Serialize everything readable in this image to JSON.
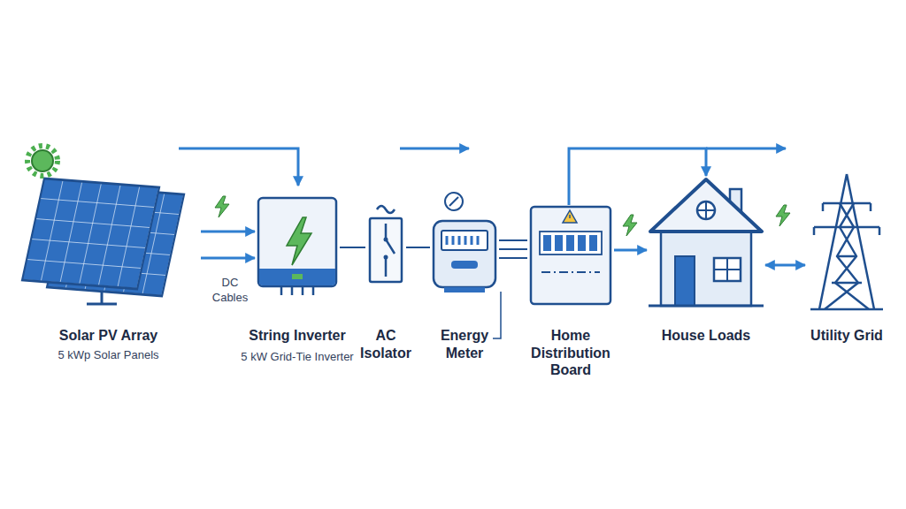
{
  "diagram": {
    "nodes": [
      {
        "text": [
          "Solar PV Array",
          "5 kWp Solar Panels"
        ]
      },
      {
        "text": [
          "String Inverter",
          "5 kW Grid-Tie Inverter"
        ]
      },
      {
        "text": [
          "AC Isolator"
        ]
      },
      {
        "text": [
          "Energy Meter"
        ]
      },
      {
        "text": [
          "Home Distribution Board"
        ]
      },
      {
        "text": [
          "House Loads"
        ]
      },
      {
        "text": [
          "Utility Grid"
        ]
      }
    ],
    "edges": [
      {
        "from": 0,
        "to": 1,
        "arrow": "to"
      },
      {
        "from": 0,
        "to": 1,
        "label": "DC Cables",
        "arrow": "to"
      },
      {
        "from": 1,
        "to": 2,
        "arrow": "none"
      },
      {
        "from": 2,
        "to": 3,
        "arrow": "none"
      },
      {
        "from": 3,
        "to": 4,
        "arrow": "none"
      },
      {
        "from": 4,
        "to": 5,
        "arrow": "to"
      },
      {
        "from": 4,
        "to": 5,
        "arrow": "to"
      },
      {
        "from": 5,
        "to": 6,
        "arrow": "both"
      }
    ]
  }
}
